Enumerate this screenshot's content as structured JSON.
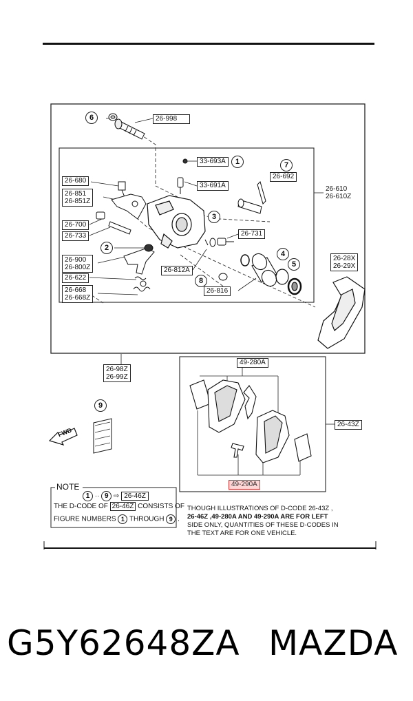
{
  "callouts": {
    "c6": "6",
    "c1a": "1",
    "c7": "7",
    "c3": "3",
    "c2": "2",
    "c4": "4",
    "c5": "5",
    "c8": "8",
    "c9": "9"
  },
  "labels": {
    "p26_998": "26-998",
    "p33_693a": "33-693A",
    "p26_692": "26-692",
    "p33_691a": "33-691A",
    "p26_680": "26-680",
    "p26_851": [
      "26-851",
      "26-851Z"
    ],
    "p26_610": [
      "26-610",
      "26-610Z"
    ],
    "p26_700": "26-700",
    "p26_733": "26-733",
    "p26_731": "26-731",
    "p26_900": [
      "26-900",
      "26-800Z"
    ],
    "p26_28x": [
      "26-28X",
      "26-29X"
    ],
    "p26_622": "26-622",
    "p26_812a": "26-812A",
    "p26_668": [
      "26-668",
      "26-668Z"
    ],
    "p26_816": "26-816",
    "p26_98z": [
      "26-98Z",
      "26-99Z"
    ],
    "p49_280a": "49-280A",
    "p26_43z": "26-43Z",
    "p49_290a": "49-290A"
  },
  "fwd": "FWD",
  "note": {
    "title": "NOTE",
    "arrow_code": "26-46Z",
    "line1_prefix": "THE D-CODE OF",
    "line1_code": "26-46Z",
    "line1_suffix": "CONSISTS OF",
    "line2_prefix": "FIGURE NUMBERS",
    "line2_mid": "THROUGH",
    "from_num": "1",
    "to_num": "9"
  },
  "footer": {
    "line1": "THOUGH ILLUSTRATIONS OF D-CODE  26-43Z ,",
    "line2": "26-46Z ,49-280A AND 49-290A ARE FOR LEFT",
    "line3": "SIDE ONLY, QUANTITIES OF THESE D-CODES IN",
    "line4": "THE TEXT ARE FOR ONE VEHICLE."
  },
  "part_number": "G5Y62648ZA",
  "brand": "MAZDA"
}
